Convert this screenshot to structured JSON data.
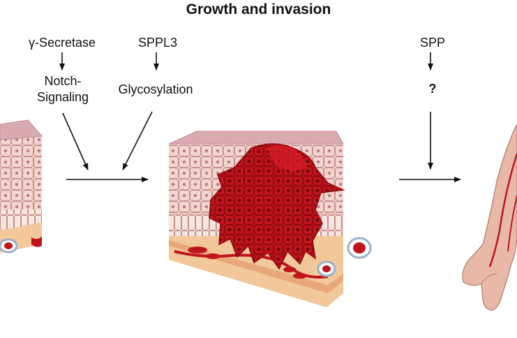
{
  "title": "Growth and invasion",
  "labels": {
    "gamma_secretase": "γ-Secretase",
    "notch_line1": "Notch-",
    "notch_line2": "Signaling",
    "sppl3": "SPPL3",
    "glycosylation": "Glycosylation",
    "spp": "SPP",
    "unknown": "?"
  },
  "colors": {
    "arrow": "#111111",
    "tumor": "#c0141c",
    "tumor_dark": "#8e0b12",
    "cell_fill": "#f3d5d0",
    "cell_border": "#c98e8a",
    "skin_top": "#d9aab0",
    "dermis": "#f2c79a",
    "skin_tone": "#e8b9a6"
  }
}
